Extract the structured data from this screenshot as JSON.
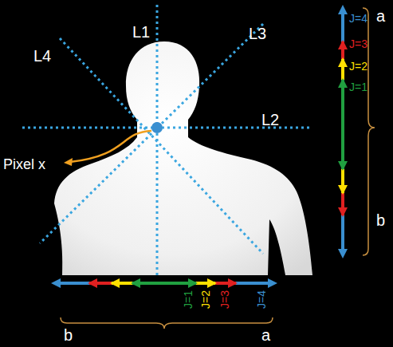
{
  "diagram": {
    "labels": [
      "L1",
      "L4",
      "L3",
      "L2",
      "Pixel x",
      "a",
      "J=4",
      "J=3",
      "J=2",
      "J=1",
      "b",
      "J=1",
      "J=2",
      "J=3",
      "J=4",
      "b",
      "a"
    ]
  }
}
